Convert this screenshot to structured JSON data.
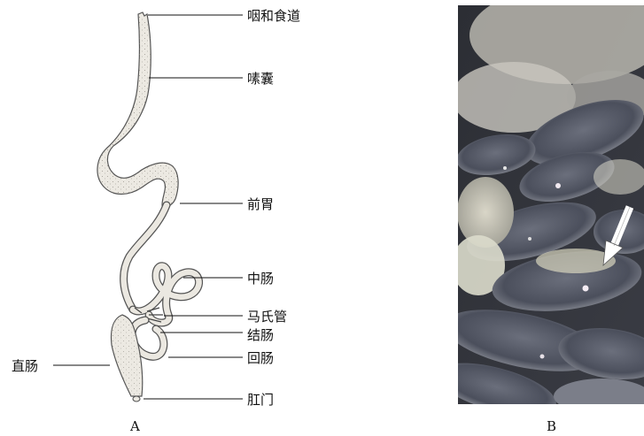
{
  "panel_a": {
    "labels": {
      "pharynx_esophagus": "咽和食道",
      "crop": "嗉囊",
      "proventriculus": "前胃",
      "midgut": "中肠",
      "malpighian_tubules": "马氏管",
      "colon": "结肠",
      "ileum": "回肠",
      "rectum": "直肠",
      "anus": "肛门"
    },
    "panel_label": "A"
  },
  "panel_b": {
    "panel_label": "B",
    "arrow_color": "#ffffff"
  }
}
